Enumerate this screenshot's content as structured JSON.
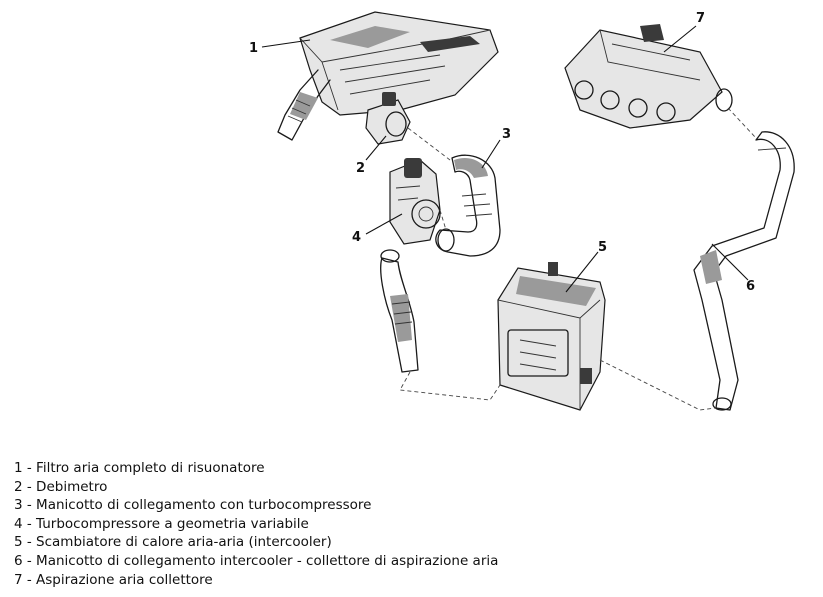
{
  "callouts": [
    "1",
    "2",
    "3",
    "4",
    "5",
    "6",
    "7"
  ],
  "legend": [
    "1 - Filtro aria completo di risuonatore",
    "2 - Debimetro",
    "3 - Manicotto di collegamento con turbocompressore",
    "4 - Turbocompressore a geometria variabile",
    "5 - Scambiatore di calore aria-aria (intercooler)",
    "6 - Manicotto di collegamento intercooler - collettore di aspirazione aria",
    "7 - Aspirazione aria collettore"
  ]
}
